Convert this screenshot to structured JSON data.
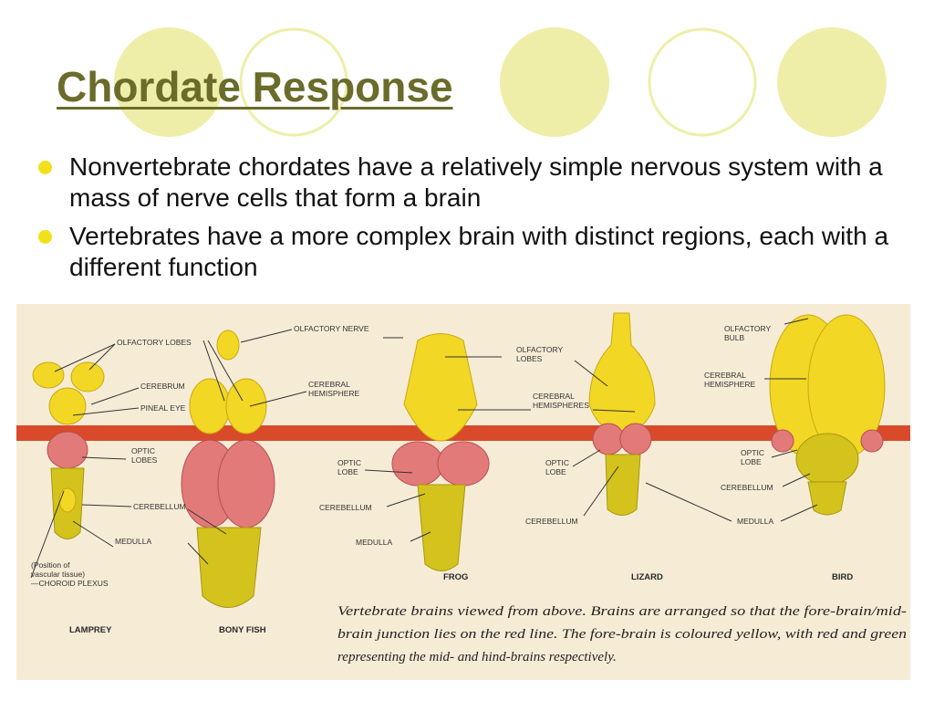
{
  "slide": {
    "title": "Chordate Response",
    "bullets": [
      "Nonvertebrate chordates have a relatively simple nervous system with a mass of nerve cells that form a brain",
      "Vertebrates have a more complex brain with distinct regions, each with a different function"
    ]
  },
  "colors": {
    "title": "#6b6b2a",
    "bullet": "#f2e11a",
    "decoration": "#eeeea8",
    "red_line": "#d94a2a",
    "forebrain": "#f2d724",
    "midbrain": "#e37a7a",
    "hindbrain": "#d4c31c"
  },
  "figure": {
    "labels": {
      "olfactory_lobes": "OLFACTORY LOBES",
      "cerebrum": "CEREBRUM",
      "pineal_eye": "PINEAL EYE",
      "lamprey_optic_1": "OPTIC",
      "lamprey_optic_2": "LOBES",
      "lamprey_cerebellum": "CEREBELLUM",
      "lamprey_medulla": "MEDULLA",
      "position_1": "(Position of",
      "position_2": "vascular tissue)",
      "position_3": "—CHOROID PLEXUS",
      "olfactory_nerve": "OLFACTORY NERVE",
      "fish_cerebral_1": "CEREBRAL",
      "fish_cerebral_2": "HEMISPHERE",
      "frog_optic_1": "OPTIC",
      "frog_optic_2": "LOBE",
      "frog_cerebellum": "CEREBELLUM",
      "frog_medulla": "MEDULLA",
      "frog_olfactory_1": "OLFACTORY",
      "frog_olfactory_2": "LOBES",
      "frog_cerebral_1": "CEREBRAL",
      "frog_cerebral_2": "HEMISPHERES",
      "lizard_optic_1": "OPTIC",
      "lizard_optic_2": "LOBE",
      "lizard_cerebellum": "CEREBELLUM",
      "bird_olfactory_1": "OLFACTORY",
      "bird_olfactory_2": "BULB",
      "bird_cerebral_1": "CEREBRAL",
      "bird_cerebral_2": "HEMISPHERE",
      "bird_optic_1": "OPTIC",
      "bird_optic_2": "LOBE",
      "bird_cerebellum": "CEREBELLUM",
      "bird_medulla": "MEDULLA"
    },
    "specimens": {
      "lamprey": "LAMPREY",
      "bony_fish": "BONY FISH",
      "frog": "FROG",
      "lizard": "LIZARD",
      "bird": "BIRD"
    },
    "caption": [
      "Vertebrate brains viewed from above. Brains are arranged so that the fore-brain/mid-",
      "brain junction lies on the red line. The fore-brain is coloured yellow, with red and green",
      "representing the mid- and hind-brains respectively."
    ]
  }
}
